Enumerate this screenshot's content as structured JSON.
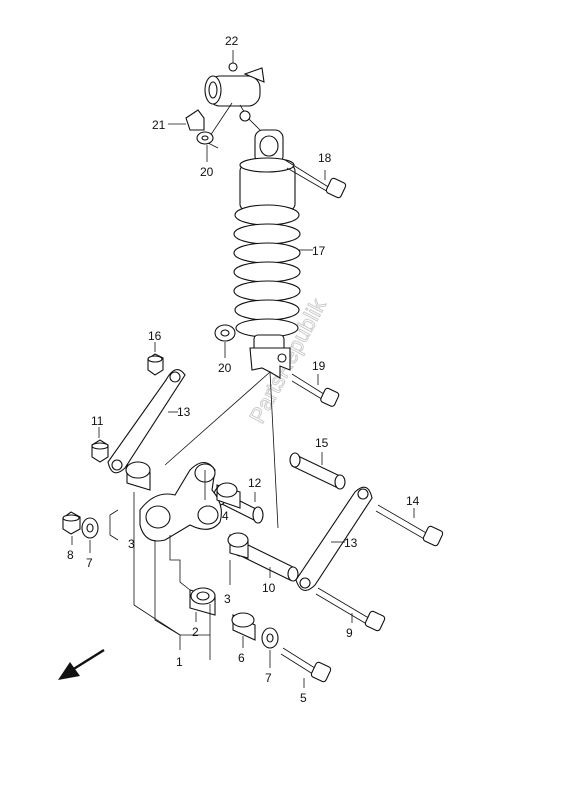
{
  "watermark": "PartsRepublik",
  "callouts": {
    "p1": "1",
    "p2": "2",
    "p3a": "3",
    "p3b": "3",
    "p4": "4",
    "p5": "5",
    "p6": "6",
    "p7a": "7",
    "p7b": "7",
    "p8": "8",
    "p9": "9",
    "p10": "10",
    "p11": "11",
    "p12": "12",
    "p13a": "13",
    "p13b": "13",
    "p14": "14",
    "p15": "15",
    "p16": "16",
    "p17": "17",
    "p18": "18",
    "p19": "19",
    "p20a": "20",
    "p20b": "20",
    "p21": "21",
    "p22": "22"
  },
  "icons": {
    "direction": "front-direction-arrow-icon"
  }
}
